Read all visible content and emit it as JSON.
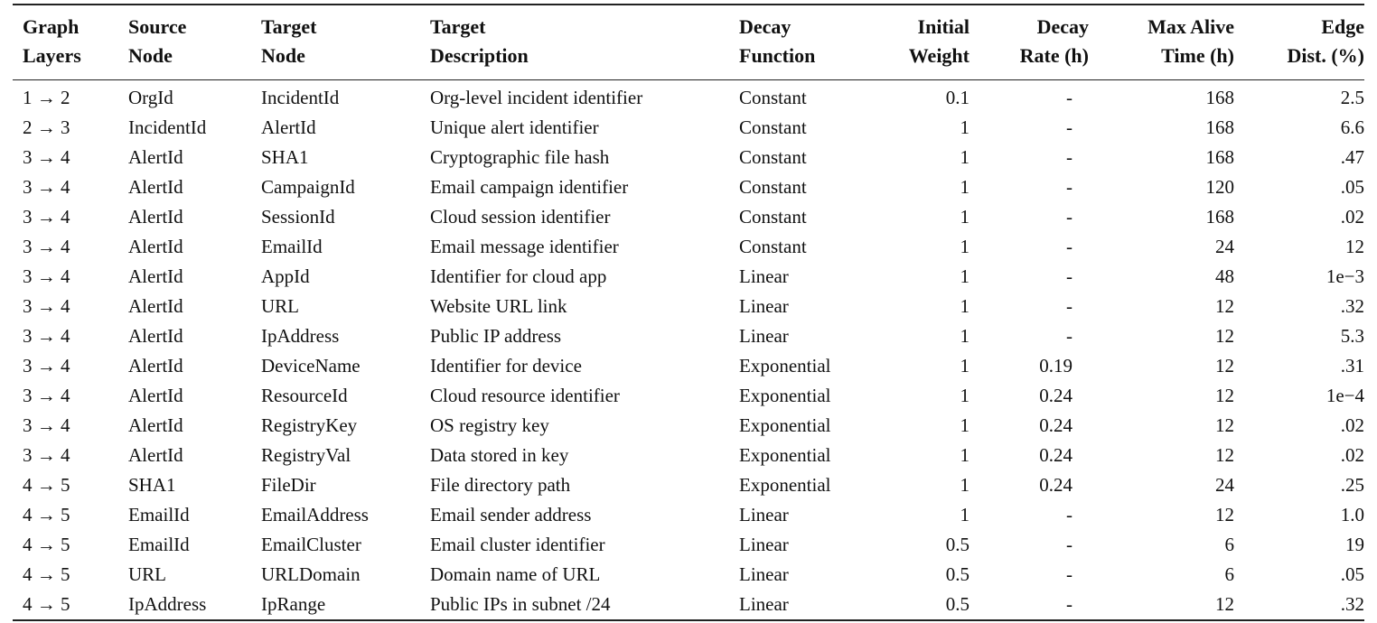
{
  "table": {
    "headers": [
      [
        "Graph",
        "Layers"
      ],
      [
        "Source",
        "Node"
      ],
      [
        "Target",
        "Node"
      ],
      [
        "Target",
        "Description"
      ],
      [
        "Decay",
        "Function"
      ],
      [
        "Initial",
        "Weight"
      ],
      [
        "Decay",
        "Rate (h)"
      ],
      [
        "Max Alive",
        "Time (h)"
      ],
      [
        "Edge",
        "Dist. (%)"
      ]
    ],
    "rows": [
      [
        "1 → 2",
        "OrgId",
        "IncidentId",
        "Org-level incident identifier",
        "Constant",
        "0.1",
        "-",
        "168",
        "2.5"
      ],
      [
        "2 → 3",
        "IncidentId",
        "AlertId",
        "Unique alert identifier",
        "Constant",
        "1",
        "-",
        "168",
        "6.6"
      ],
      [
        "3 → 4",
        "AlertId",
        "SHA1",
        "Cryptographic file hash",
        "Constant",
        "1",
        "-",
        "168",
        ".47"
      ],
      [
        "3 → 4",
        "AlertId",
        "CampaignId",
        "Email campaign identifier",
        "Constant",
        "1",
        "-",
        "120",
        ".05"
      ],
      [
        "3 → 4",
        "AlertId",
        "SessionId",
        "Cloud session identifier",
        "Constant",
        "1",
        "-",
        "168",
        ".02"
      ],
      [
        "3 → 4",
        "AlertId",
        "EmailId",
        "Email message identifier",
        "Constant",
        "1",
        "-",
        "24",
        "12"
      ],
      [
        "3 → 4",
        "AlertId",
        "AppId",
        "Identifier for cloud app",
        "Linear",
        "1",
        "-",
        "48",
        "1e−3"
      ],
      [
        "3 → 4",
        "AlertId",
        "URL",
        "Website URL link",
        "Linear",
        "1",
        "-",
        "12",
        ".32"
      ],
      [
        "3 → 4",
        "AlertId",
        "IpAddress",
        "Public IP address",
        "Linear",
        "1",
        "-",
        "12",
        "5.3"
      ],
      [
        "3 → 4",
        "AlertId",
        "DeviceName",
        "Identifier for device",
        "Exponential",
        "1",
        "0.19",
        "12",
        ".31"
      ],
      [
        "3 → 4",
        "AlertId",
        "ResourceId",
        "Cloud resource identifier",
        "Exponential",
        "1",
        "0.24",
        "12",
        "1e−4"
      ],
      [
        "3 → 4",
        "AlertId",
        "RegistryKey",
        "OS registry key",
        "Exponential",
        "1",
        "0.24",
        "12",
        ".02"
      ],
      [
        "3 → 4",
        "AlertId",
        "RegistryVal",
        "Data stored in key",
        "Exponential",
        "1",
        "0.24",
        "12",
        ".02"
      ],
      [
        "4 → 5",
        "SHA1",
        "FileDir",
        "File directory path",
        "Exponential",
        "1",
        "0.24",
        "24",
        ".25"
      ],
      [
        "4 → 5",
        "EmailId",
        "EmailAddress",
        "Email sender address",
        "Linear",
        "1",
        "-",
        "12",
        "1.0"
      ],
      [
        "4 → 5",
        "EmailId",
        "EmailCluster",
        "Email cluster identifier",
        "Linear",
        "0.5",
        "-",
        "6",
        "19"
      ],
      [
        "4 → 5",
        "URL",
        "URLDomain",
        "Domain name of URL",
        "Linear",
        "0.5",
        "-",
        "6",
        ".05"
      ],
      [
        "4 → 5",
        "IpAddress",
        "IpRange",
        "Public IPs in subnet /24",
        "Linear",
        "0.5",
        "-",
        "12",
        ".32"
      ]
    ]
  }
}
